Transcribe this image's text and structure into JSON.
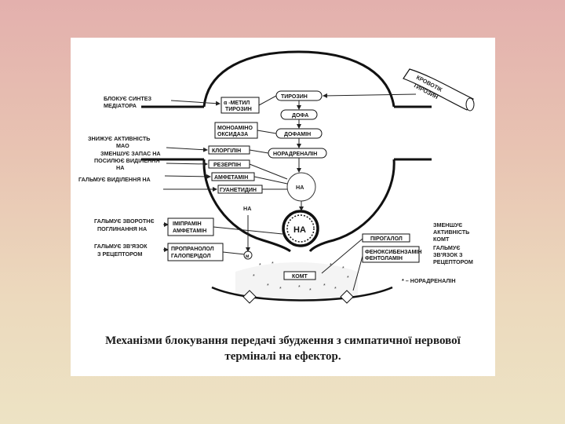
{
  "labels": {
    "left_1a": "БЛОКУЄ СИНТЕЗ",
    "left_1b": "МЕДІАТОРА",
    "left_2a": "ЗНИЖУЄ АКТИВНІСТЬ",
    "left_2b": "МАО",
    "left_3a": "ЗМЕНШУЄ ЗАПАС НА",
    "left_3b": "ПОСИЛЮЄ ВИДІЛЕННЯ",
    "left_3c": "НА",
    "left_4": "ГАЛЬМУЄ ВИДІЛЕННЯ НА",
    "left_5a": "ГАЛЬМУЄ ЗВОРОТНЄ",
    "left_5b": "ПОГЛИНАННЯ НА",
    "left_6a": "ГАЛЬМУЄ ЗВ'ЯЗОК",
    "left_6b": "З РЕЦЕПТОРОМ",
    "right_1a": "ЗМЕНШУЄ",
    "right_1b": "АКТИВНІСТЬ",
    "right_1c": "КОМТ",
    "right_2a": "ГАЛЬМУЄ",
    "right_2b": "ЗВ'ЯЗОК З",
    "right_2c": "РЕЦЕПТОРОМ",
    "blood_a": "КРОВОТІК",
    "blood_b": "ТИРОЗИН",
    "legend": "* – НОРАДРЕНАЛІН",
    "na_small": "НА",
    "na_mid": "НА",
    "na_big": "НА",
    "m_marker": "м"
  },
  "boxes": {
    "alpha_methyl_a": "α -МЕТИЛ",
    "alpha_methyl_b": "ТИРОЗИН",
    "mao_inhib_a": "МОНОАМІНО",
    "mao_inhib_b": "ОКСИДАЗА",
    "clorgiline": "КЛОРГІЛІН",
    "reserpine": "РЕЗЕРПІН",
    "amphetamine": "АМФЕТАМІН",
    "guanethidine": "ГУАНЕТИДИН",
    "imipramine": "ІМІПРАМІН",
    "amphetamine2": "АМФЕТАМІН",
    "propranolol": "ПРОПРАНОЛОЛ",
    "haloperidol": "ГАЛОПЕРІДОЛ",
    "pyrogallol": "ПІРОГАЛОЛ",
    "phenoxybenzamine": "ФЕНОКСИБЕНЗАМІН",
    "phentolamine": "ФЕНТОЛАМІН",
    "tyrosine": "ТИРОЗИН",
    "dopa": "ДОФА",
    "dopamine": "ДОФАМІН",
    "noradrenaline": "НОРАДРЕНАЛІН",
    "komt": "КОМТ"
  },
  "caption": {
    "line1": "Механізми блокування передачі збудження з симпатичної нервової",
    "line2": "терміналі на ефектор."
  }
}
